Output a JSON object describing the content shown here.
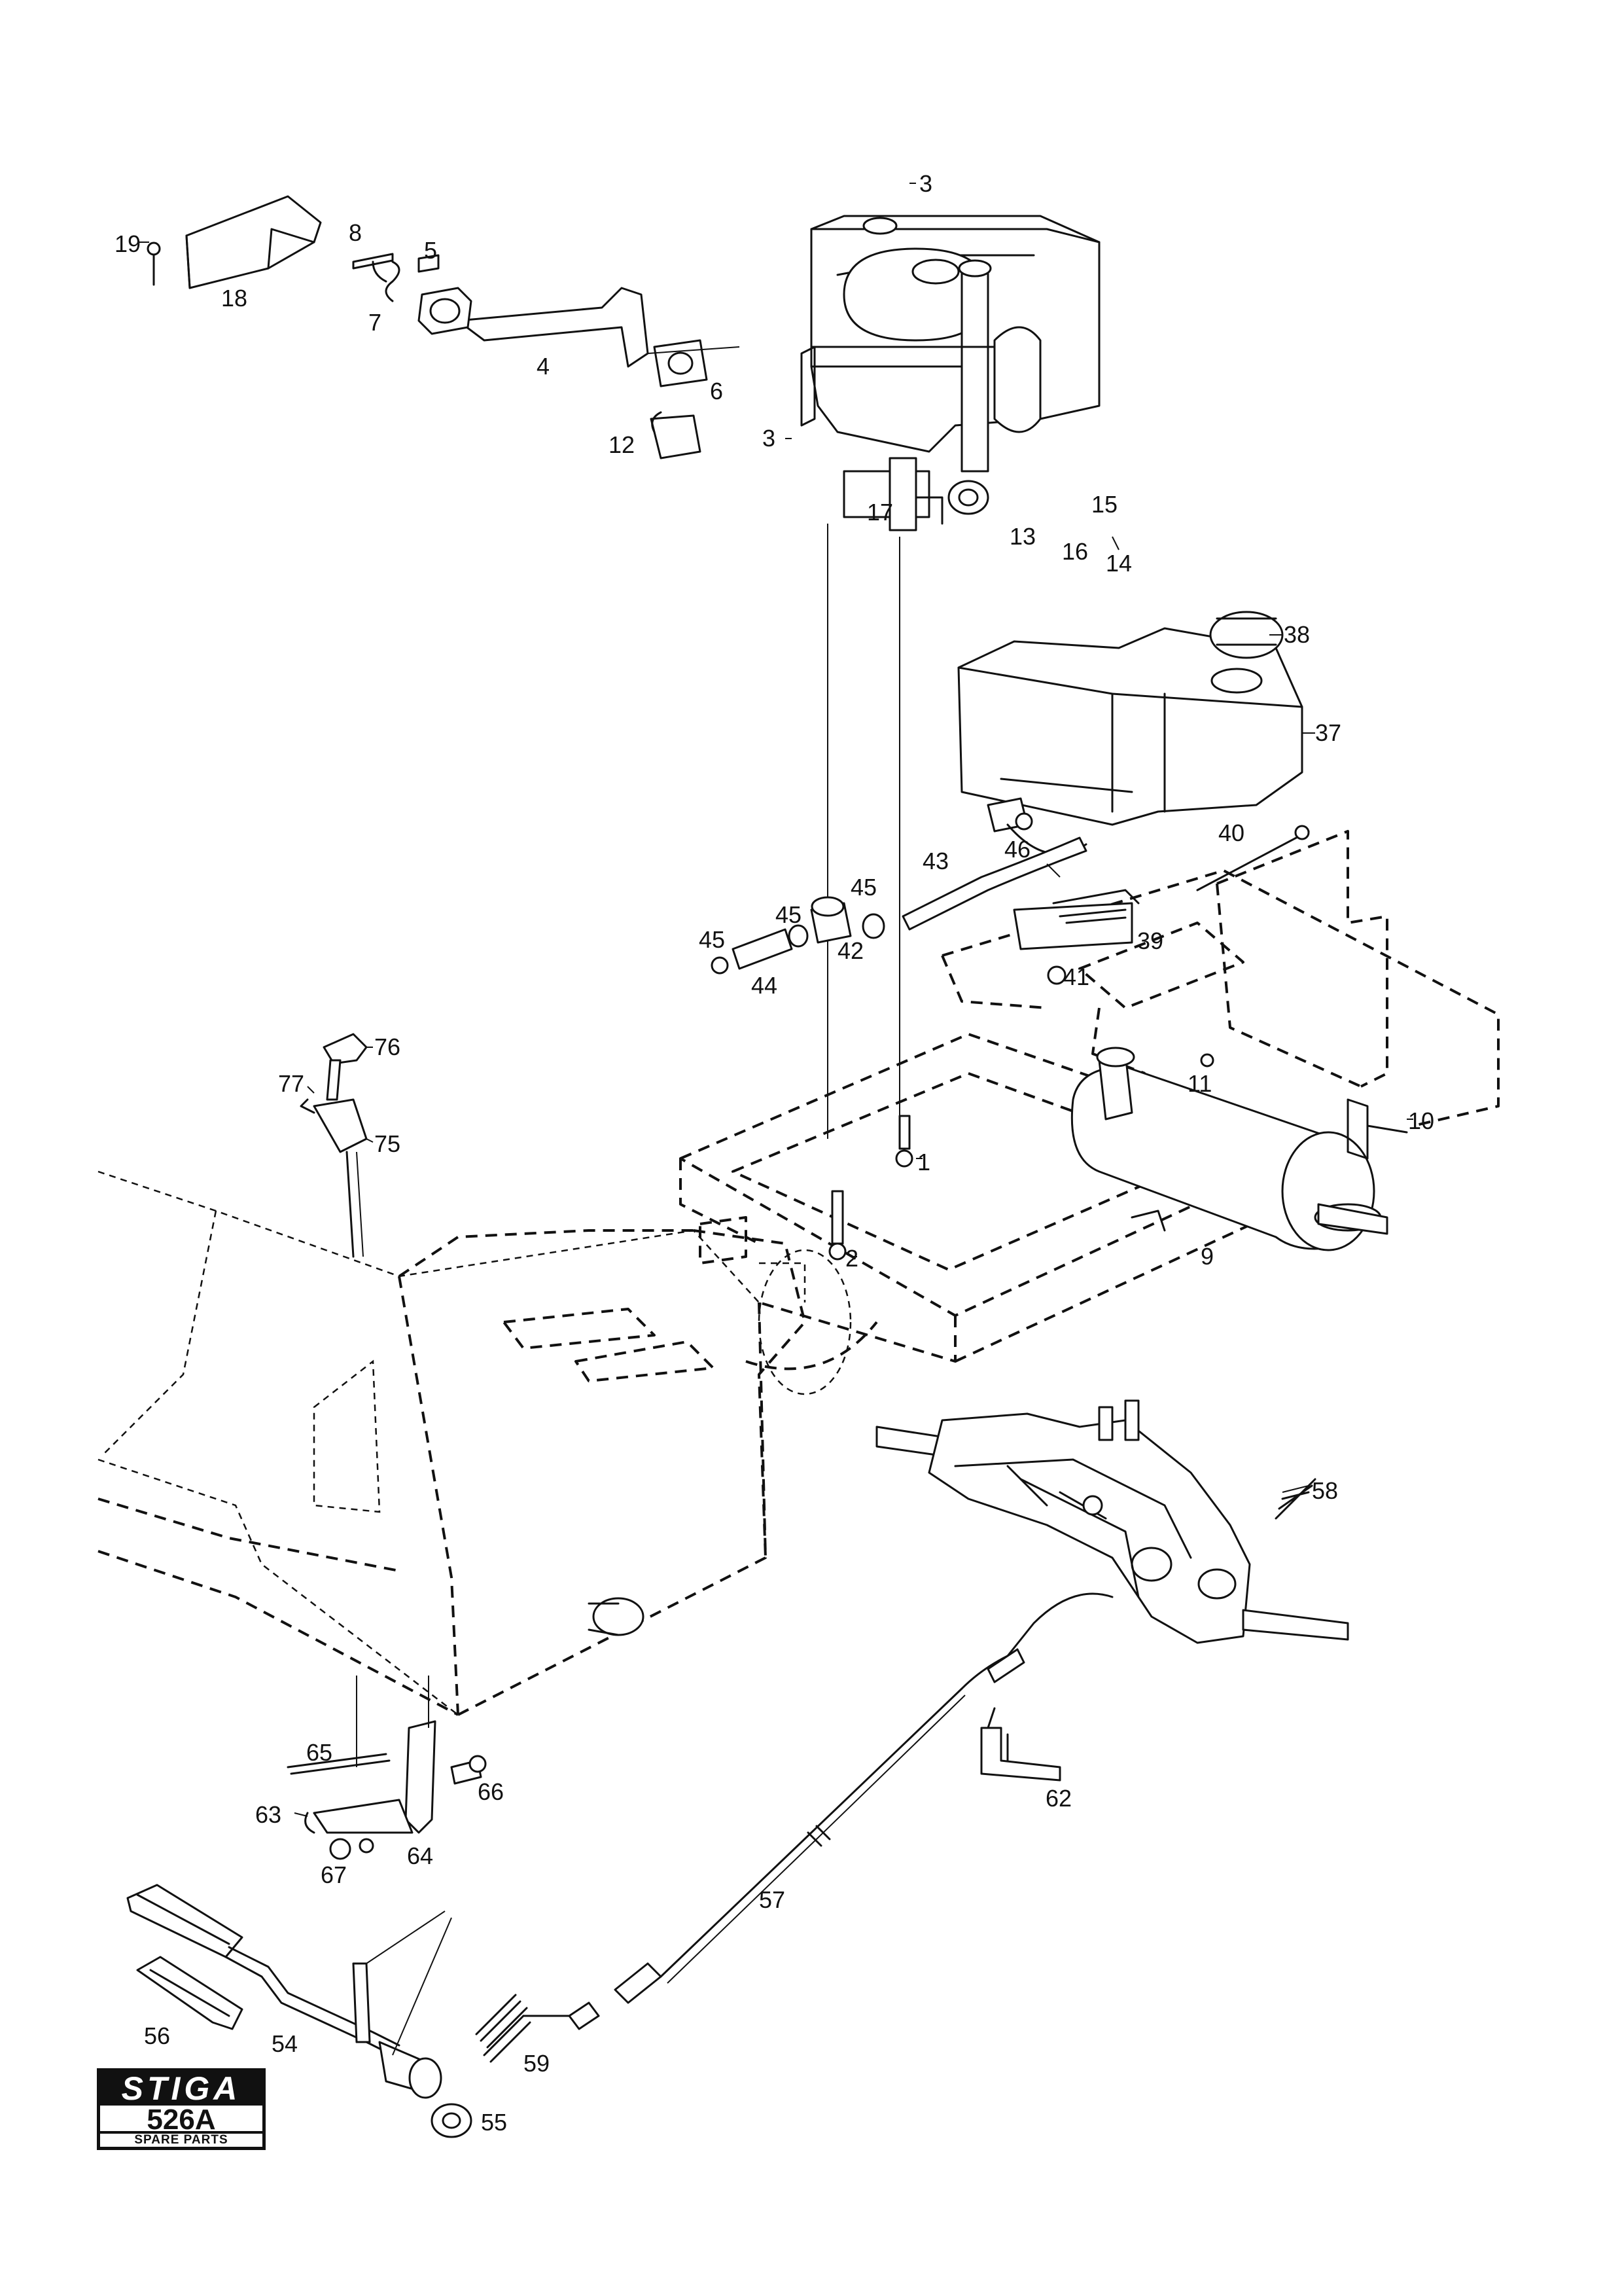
{
  "parts": [
    {
      "id": "p1",
      "label": "1"
    },
    {
      "id": "p2",
      "label": "2"
    },
    {
      "id": "p3a",
      "label": "3"
    },
    {
      "id": "p3b",
      "label": "3"
    },
    {
      "id": "p4",
      "label": "4"
    },
    {
      "id": "p5",
      "label": "5"
    },
    {
      "id": "p6",
      "label": "6"
    },
    {
      "id": "p7",
      "label": "7"
    },
    {
      "id": "p8",
      "label": "8"
    },
    {
      "id": "p9",
      "label": "9"
    },
    {
      "id": "p10",
      "label": "10"
    },
    {
      "id": "p11",
      "label": "11"
    },
    {
      "id": "p12",
      "label": "12"
    },
    {
      "id": "p13",
      "label": "13"
    },
    {
      "id": "p14",
      "label": "14"
    },
    {
      "id": "p15",
      "label": "15"
    },
    {
      "id": "p16",
      "label": "16"
    },
    {
      "id": "p17",
      "label": "17"
    },
    {
      "id": "p18",
      "label": "18"
    },
    {
      "id": "p19",
      "label": "19"
    },
    {
      "id": "p37",
      "label": "37"
    },
    {
      "id": "p38",
      "label": "38"
    },
    {
      "id": "p39",
      "label": "39"
    },
    {
      "id": "p40",
      "label": "40"
    },
    {
      "id": "p41",
      "label": "41"
    },
    {
      "id": "p42",
      "label": "42"
    },
    {
      "id": "p43",
      "label": "43"
    },
    {
      "id": "p44",
      "label": "44"
    },
    {
      "id": "p45a",
      "label": "45"
    },
    {
      "id": "p45b",
      "label": "45"
    },
    {
      "id": "p45c",
      "label": "45"
    },
    {
      "id": "p46",
      "label": "46"
    },
    {
      "id": "p54",
      "label": "54"
    },
    {
      "id": "p55",
      "label": "55"
    },
    {
      "id": "p56",
      "label": "56"
    },
    {
      "id": "p57",
      "label": "57"
    },
    {
      "id": "p58",
      "label": "58"
    },
    {
      "id": "p59",
      "label": "59"
    },
    {
      "id": "p62",
      "label": "62"
    },
    {
      "id": "p63",
      "label": "63"
    },
    {
      "id": "p64",
      "label": "64"
    },
    {
      "id": "p65",
      "label": "65"
    },
    {
      "id": "p66",
      "label": "66"
    },
    {
      "id": "p67",
      "label": "67"
    },
    {
      "id": "p75",
      "label": "75"
    },
    {
      "id": "p76",
      "label": "76"
    },
    {
      "id": "p77",
      "label": "77"
    }
  ],
  "logo": {
    "brand": "STIGA",
    "model": "526A",
    "caption": "SPARE PARTS"
  }
}
